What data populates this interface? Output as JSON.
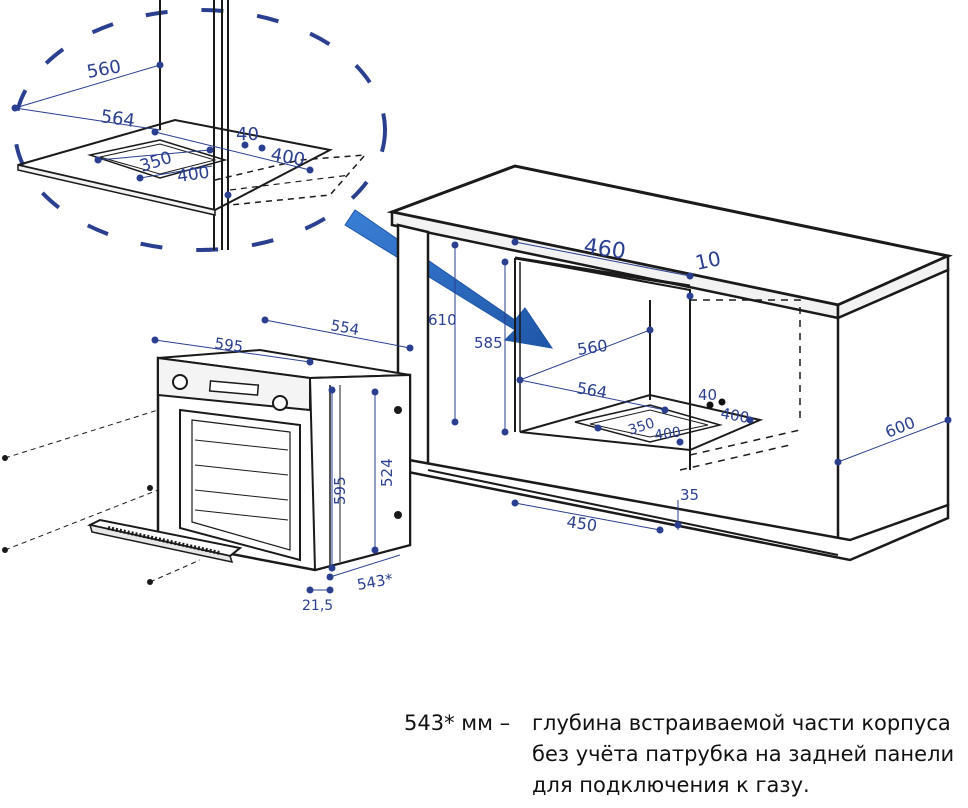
{
  "diagram": {
    "detail_dims": {
      "d560": "560",
      "d564": "564",
      "d40": "40",
      "d400a": "400",
      "d350": "350",
      "d400b": "400"
    },
    "oven_dims": {
      "width": "595",
      "depth": "554",
      "height": "595",
      "inner_height": "524",
      "depth_star": "543*",
      "offset": "21,5"
    },
    "cabinet_dims": {
      "width_460": "460",
      "gap_10": "10",
      "h610": "610",
      "h585": "585",
      "w560": "560",
      "w564": "564",
      "d40": "40",
      "d400a": "400",
      "d350": "350",
      "d400b": "400",
      "depth_600": "600",
      "d35": "35",
      "d450": "450"
    },
    "colors": {
      "line": "#1a1a1a",
      "dimension": "#2a3f8f",
      "arrow": "#2f6cc1"
    }
  },
  "footnote": {
    "key": "543* мм –",
    "lines": [
      "глубина встраиваемой части корпуса",
      "без учёта патрубка на задней панели",
      "для подключения к газу."
    ]
  }
}
